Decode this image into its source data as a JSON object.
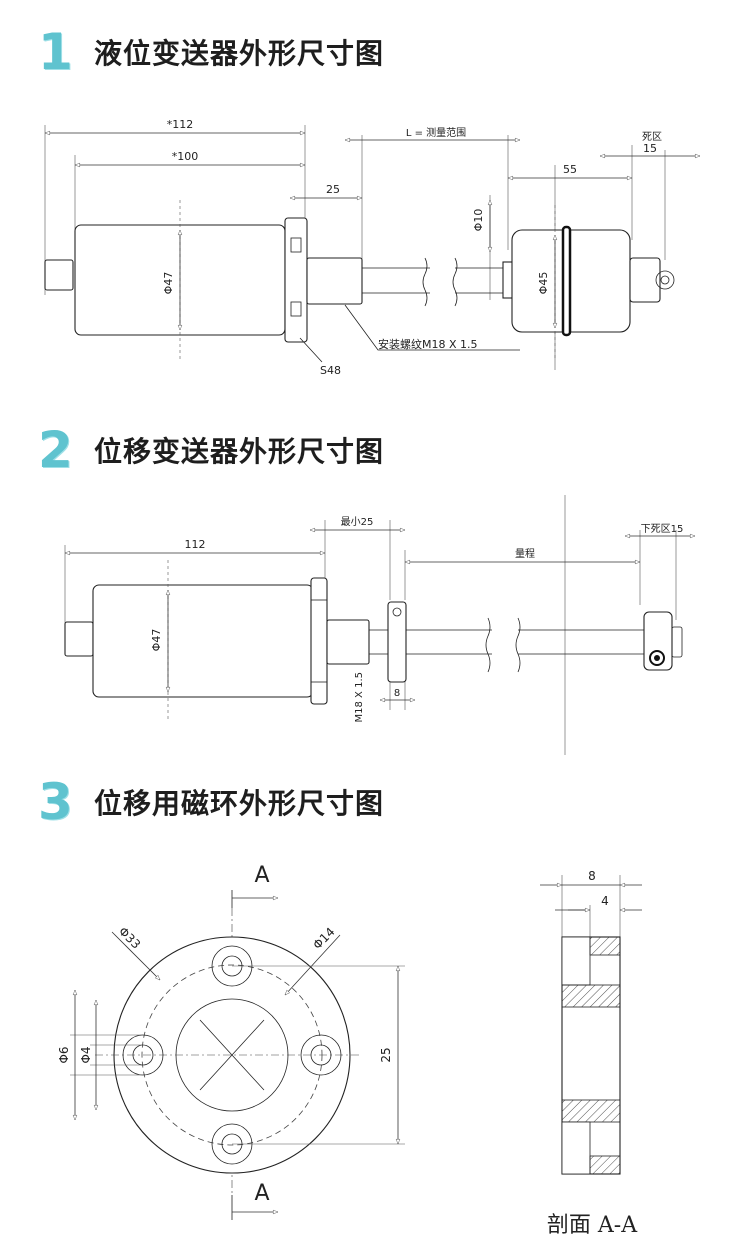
{
  "sections": [
    {
      "num": "1",
      "title": "液位变送器外形尺寸图"
    },
    {
      "num": "2",
      "title": "位移变送器外形尺寸图"
    },
    {
      "num": "3",
      "title": "位移用磁环外形尺寸图"
    }
  ],
  "diagram1": {
    "dim_112": "*112",
    "dim_100": "*100",
    "dim_25": "25",
    "dim_L": "L = 测量范围",
    "dim_55": "55",
    "dead_zone": "死区",
    "dim_15": "15",
    "phi10": "Φ10",
    "phi47": "Φ47",
    "phi45": "Φ45",
    "thread": "安装螺纹M18 X 1.5",
    "s48": "S48"
  },
  "diagram2": {
    "dim_112": "112",
    "min25": "最小25",
    "range": "量程",
    "dead_zone": "下死区15",
    "phi47": "Φ47",
    "thread": "M18 X 1.5",
    "dim_8": "8"
  },
  "diagram3": {
    "label_A_top": "A",
    "label_A_bottom": "A",
    "phi33": "Φ33",
    "phi14": "Φ14",
    "phi6": "Φ6",
    "phi4": "Φ4",
    "dim_25": "25",
    "dim_8": "8",
    "dim_4": "4",
    "section_label": "剖面 A-A"
  }
}
